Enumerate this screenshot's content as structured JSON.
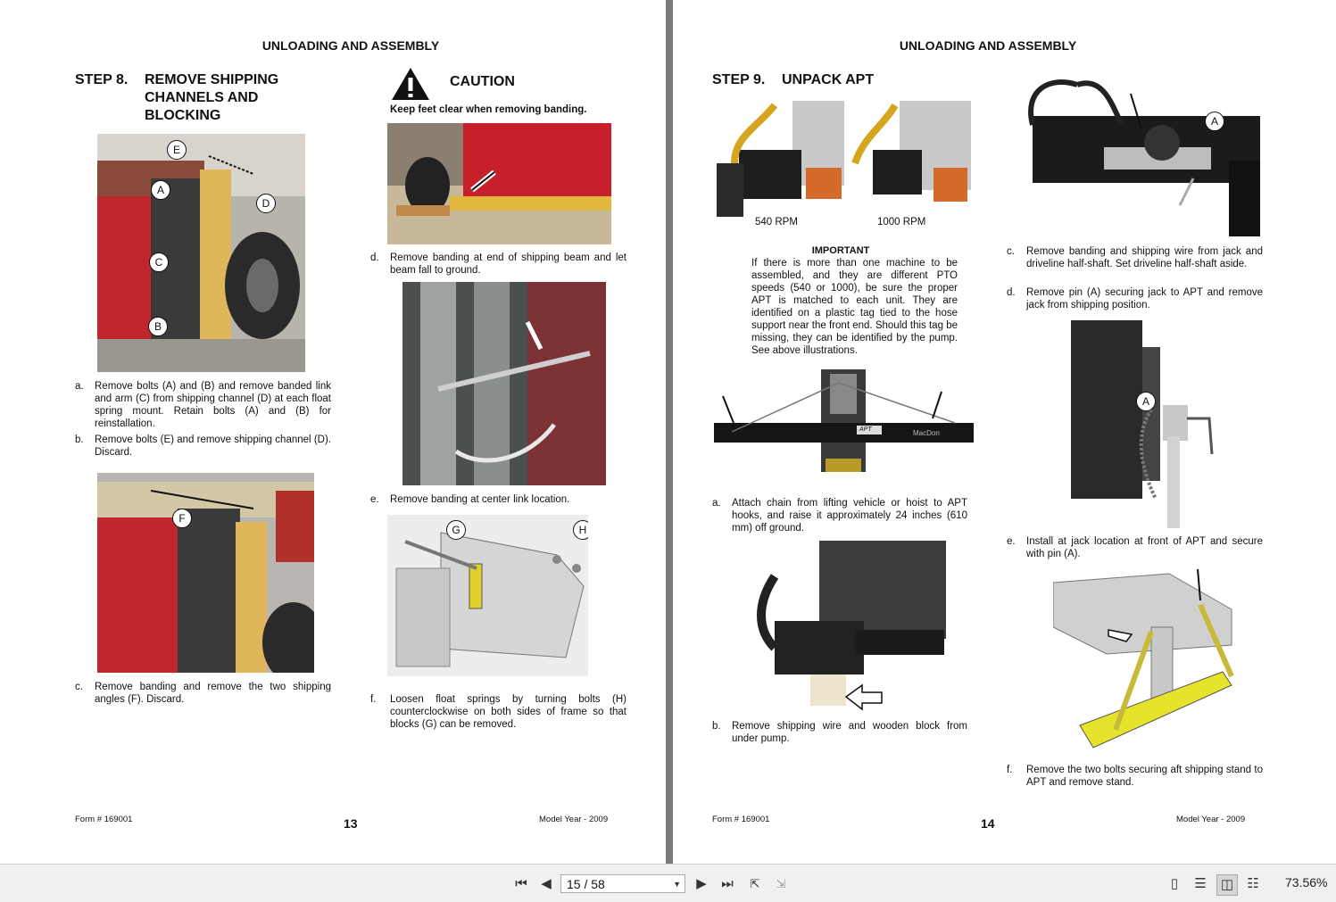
{
  "left_page": {
    "header": "UNLOADING AND ASSEMBLY",
    "step_number": "STEP 8.",
    "step_title_lines": [
      "REMOVE SHIPPING",
      "CHANNELS AND",
      "BLOCKING"
    ],
    "caution_title": "CAUTION",
    "caution_text": "Keep feet clear when removing banding.",
    "items": [
      {
        "letter": "a.",
        "text": "Remove bolts (A) and (B) and remove banded link and arm (C) from shipping channel (D) at each float spring mount.  Retain bolts (A) and (B) for reinstallation."
      },
      {
        "letter": "b.",
        "text": "Remove bolts (E) and remove shipping channel (D).  Discard."
      },
      {
        "letter": "c.",
        "text": "Remove banding and remove the two shipping angles (F).  Discard."
      },
      {
        "letter": "d.",
        "text": "Remove banding at end of shipping beam and let beam fall to ground."
      },
      {
        "letter": "e.",
        "text": "Remove banding at center link location."
      },
      {
        "letter": "f.",
        "text": "Loosen float springs by turning bolts (H) counterclockwise on both sides of frame so that blocks (G) can be removed."
      }
    ],
    "callouts_photo1": [
      "E",
      "A",
      "D",
      "C",
      "B"
    ],
    "callouts_photo2": [
      "F"
    ],
    "callouts_photo5": [
      "G",
      "H"
    ],
    "footer_form": "Form # 169001",
    "page_number": "13",
    "footer_model": "Model Year - 2009"
  },
  "right_page": {
    "header": "UNLOADING AND ASSEMBLY",
    "step_number": "STEP 9.",
    "step_title": "UNPACK APT",
    "rpm_labels": [
      "540 RPM",
      "1000 RPM"
    ],
    "important_title": "IMPORTANT",
    "important_text": "If there is more than one machine to be assembled, and they are different PTO speeds (540 or 1000), be sure the proper APT is matched to each unit. They are identified on a plastic tag tied to the hose support near the front end. Should this tag be missing, they can be identified by the pump.  See above illustrations.",
    "items": [
      {
        "letter": "a.",
        "text": "Attach chain from lifting vehicle or hoist to APT hooks, and raise it approximately 24 inches (610 mm) off ground."
      },
      {
        "letter": "b.",
        "text": "Remove shipping wire and wooden block from under pump."
      },
      {
        "letter": "c.",
        "text": "Remove banding and shipping wire from jack and driveline half-shaft.  Set driveline half-shaft aside."
      },
      {
        "letter": "d.",
        "text": "Remove pin (A) securing jack to APT and remove jack from shipping position."
      },
      {
        "letter": "e.",
        "text": "Install at jack location at front of APT and secure with pin (A)."
      },
      {
        "letter": "f.",
        "text": "Remove the two bolts securing aft shipping stand to APT and remove stand."
      }
    ],
    "callouts": [
      "A",
      "A"
    ],
    "decal_text": [
      "APT",
      "MacDon"
    ],
    "footer_form": "Form # 169001",
    "page_number": "14",
    "footer_model": "Model Year - 2009"
  },
  "toolbar": {
    "page_display": "15 / 58",
    "zoom": "73.56%"
  }
}
